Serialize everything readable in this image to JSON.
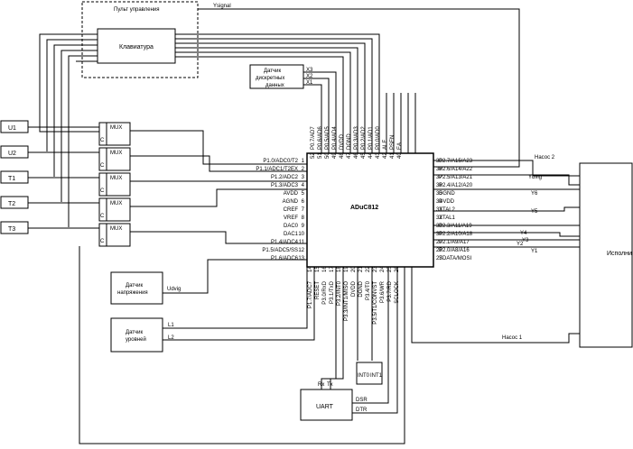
{
  "panel": {
    "title": "Пульт управления",
    "keyboard": "Клавиатура"
  },
  "ysignal": "Ysignal",
  "sensor_discrete": {
    "lines": [
      "Датчик",
      "дискретных",
      "данных"
    ],
    "outs": [
      "X3",
      "X2",
      "X1"
    ]
  },
  "inputs": [
    "U1",
    "U2",
    "T1",
    "T2",
    "T3"
  ],
  "mux": {
    "label": "MUX",
    "c": "C"
  },
  "sensor_voltage": {
    "lines": [
      "Датчик",
      "напряжения"
    ],
    "out": "Udvig"
  },
  "sensor_level": {
    "lines": [
      "Датчик",
      "уровней"
    ],
    "outs": [
      "L1",
      "L2"
    ]
  },
  "chip": {
    "name": "ADuC812"
  },
  "left_pins": [
    {
      "num": "1",
      "label": "P1.0/ADC0/T2"
    },
    {
      "num": "2",
      "label": "P1.1/ADC1/T2EX"
    },
    {
      "num": "3",
      "label": "P1.2/ADC2"
    },
    {
      "num": "4",
      "label": "P1.3/ADC3"
    },
    {
      "num": "5",
      "label": "AVDD"
    },
    {
      "num": "6",
      "label": "AGND"
    },
    {
      "num": "7",
      "label": "CREF"
    },
    {
      "num": "8",
      "label": "VREF"
    },
    {
      "num": "9",
      "label": "DAC0"
    },
    {
      "num": "10",
      "label": "DAC1"
    },
    {
      "num": "11",
      "label": "P1.4/ADC4"
    },
    {
      "num": "12",
      "label": "P1.5/ADC5/SS"
    },
    {
      "num": "13",
      "label": "P1.6/ADC6"
    }
  ],
  "top_pins": [
    {
      "num": "52",
      "label": "P0.7/AD7"
    },
    {
      "num": "51",
      "label": "P0.6/AD6"
    },
    {
      "num": "50",
      "label": "P0.5/AD5"
    },
    {
      "num": "49",
      "label": "P0.4/AD4"
    },
    {
      "num": "48",
      "label": "DVDD"
    },
    {
      "num": "47",
      "label": "DGND"
    },
    {
      "num": "46",
      "label": "P0.3/AD3"
    },
    {
      "num": "45",
      "label": "P0.2/AD2"
    },
    {
      "num": "44",
      "label": "P0.1/AD1"
    },
    {
      "num": "43",
      "label": "P0.0/AD0"
    },
    {
      "num": "42",
      "label": "ALE"
    },
    {
      "num": "41",
      "label": "PSEN"
    },
    {
      "num": "40",
      "label": "EA"
    }
  ],
  "right_pins": [
    {
      "num": "39",
      "label": "P2.7/A15/A23"
    },
    {
      "num": "38",
      "label": "P2.6/A14/A22"
    },
    {
      "num": "37",
      "label": "P2.5/A13/A21"
    },
    {
      "num": "36",
      "label": "P2.4/A12/A20"
    },
    {
      "num": "35",
      "label": "DGND"
    },
    {
      "num": "34",
      "label": "DVDD"
    },
    {
      "num": "33",
      "label": "XTAL2"
    },
    {
      "num": "32",
      "label": "XTAL1"
    },
    {
      "num": "31",
      "label": "P2.3/A11/A19"
    },
    {
      "num": "30",
      "label": "P2.2/A10/A18"
    },
    {
      "num": "29",
      "label": "P2.1/A9/A17"
    },
    {
      "num": "28",
      "label": "P2.0/A8/A16"
    },
    {
      "num": "27",
      "label": "SDATA/MOSI"
    }
  ],
  "bottom_pins": [
    {
      "num": "14",
      "label": "P1.7/ADC7"
    },
    {
      "num": "15",
      "label": "RESET"
    },
    {
      "num": "16",
      "label": "P3.0/RxD"
    },
    {
      "num": "17",
      "label": "P3.1/TxD"
    },
    {
      "num": "18",
      "label": "P3.2/INT0"
    },
    {
      "num": "19",
      "label": "P3.3/INT1/MISO"
    },
    {
      "num": "20",
      "label": "DVDD"
    },
    {
      "num": "21",
      "label": "DGND"
    },
    {
      "num": "22",
      "label": "P3.4/T0"
    },
    {
      "num": "23",
      "label": "P3.5/T1/CONVST"
    },
    {
      "num": "24",
      "label": "P3.6/WR"
    },
    {
      "num": "25",
      "label": "P3.7/RD"
    },
    {
      "num": "26",
      "label": "SCLOCK"
    }
  ],
  "right_signals": [
    "Насос 2",
    "Ydvig",
    "Y6",
    "Y5",
    "Y4",
    "Y3",
    "Y2",
    "Y1",
    "Насос 1"
  ],
  "actuator": "Исполни",
  "uart": {
    "label": "UART",
    "rx": "Rx",
    "tx": "Tx",
    "dsr": "DSR",
    "dtr": "DTR"
  },
  "int_labels": [
    "INT0",
    "INT1"
  ]
}
